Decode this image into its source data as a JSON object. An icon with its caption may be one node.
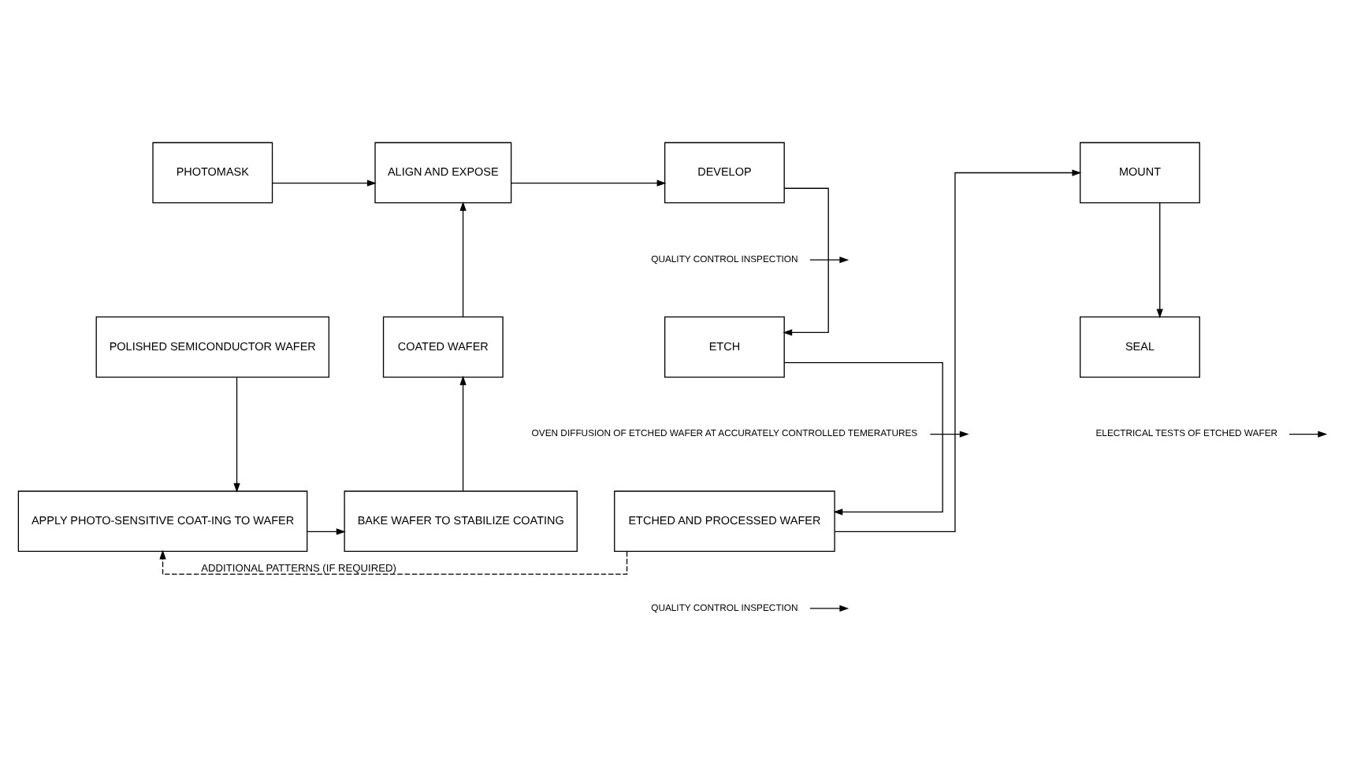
{
  "diagram": {
    "nodes": [
      {
        "text": [
          "PHOTOMASK"
        ]
      },
      {
        "text": [
          "ALIGN AND EXPOSE"
        ]
      },
      {
        "text": [
          "DEVELOP"
        ]
      },
      {
        "text": [
          "MOUNT"
        ]
      },
      {
        "text": [
          "QUALITY CONTROL INSPECTION"
        ]
      },
      {
        "text": [
          "POLISHED SEMICONDUCTOR WAFER"
        ]
      },
      {
        "text": [
          "COATED WAFER"
        ]
      },
      {
        "text": [
          "ETCH"
        ]
      },
      {
        "text": [
          "SEAL"
        ]
      },
      {
        "text": [
          "OVEN DIFFUSION OF ETCHED WAFER AT ACCURATELY CONTROLLED TEMERATURES"
        ]
      },
      {
        "text": [
          "APPLY PHOTO-SENSITIVE COAT-ING TO WAFER"
        ]
      },
      {
        "text": [
          "BAKE WAFER TO STABILIZE COATING"
        ]
      },
      {
        "text": [
          "ETCHED AND PROCESSED WAFER"
        ]
      },
      {
        "text": [
          "ELECTRICAL TESTS OF ETCHED WAFER"
        ]
      },
      {
        "text": [
          "QUALITY CONTROL INSPECTION"
        ]
      }
    ],
    "edges": [
      {
        "from": 0,
        "to": 1,
        "arrow": "to"
      },
      {
        "from": 1,
        "to": 2,
        "arrow": "to"
      },
      {
        "from": 2,
        "to": 7,
        "arrow": "to"
      },
      {
        "from": 4,
        "to": null,
        "arrow": "to"
      },
      {
        "from": 3,
        "to": 8,
        "arrow": "to"
      },
      {
        "from": 5,
        "to": 10,
        "arrow": "to"
      },
      {
        "from": 6,
        "to": 1,
        "arrow": "to"
      },
      {
        "from": 7,
        "to": 12,
        "arrow": "to"
      },
      {
        "from": 9,
        "to": null,
        "arrow": "to"
      },
      {
        "from": 10,
        "to": 11,
        "arrow": "to"
      },
      {
        "from": 11,
        "to": 6,
        "arrow": "to"
      },
      {
        "from": 12,
        "to": 3,
        "arrow": "to"
      },
      {
        "from": 13,
        "to": null,
        "arrow": "to"
      },
      {
        "from": 14,
        "to": null,
        "arrow": "to"
      },
      {
        "from": 12,
        "to": 10,
        "arrow": "to",
        "style": "dashed",
        "label": "ADDITIONAL PATTERNS (IF REQUIRED)"
      }
    ]
  }
}
